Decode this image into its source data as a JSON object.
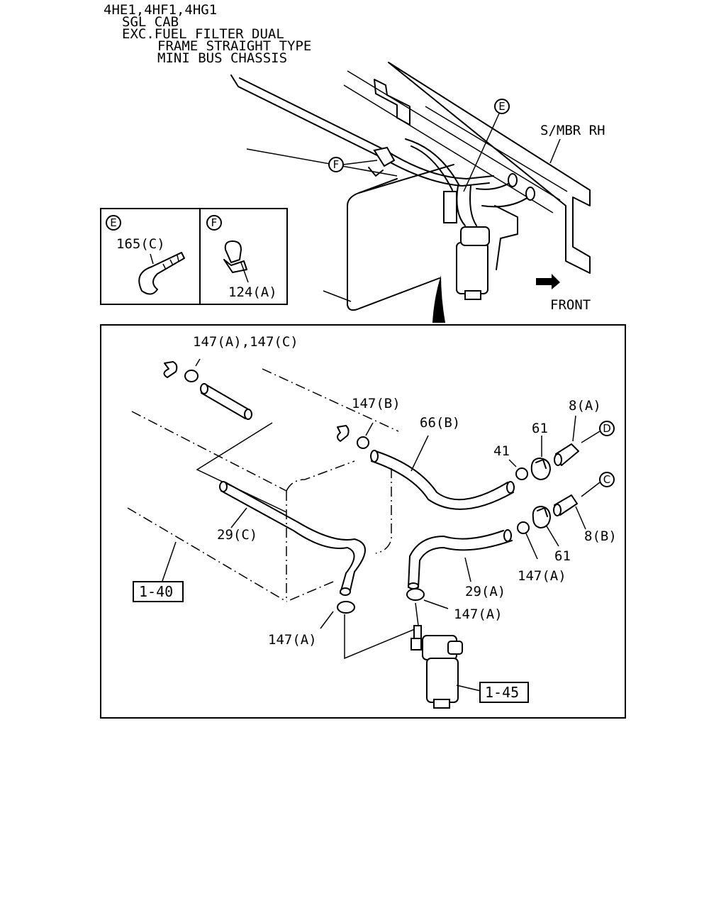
{
  "header": {
    "lines": [
      "4HE1,4HF1,4HG1",
      "SGL CAB",
      "EXC.FUEL FILTER DUAL",
      "FRAME STRAIGHT TYPE",
      "MINI BUS CHASSIS"
    ]
  },
  "overview": {
    "callout_e": "E",
    "callout_f": "F",
    "member_label": "S/MBR RH",
    "front_label": "FRONT"
  },
  "detail_e": {
    "letter": "E",
    "part": "165(C)"
  },
  "detail_f": {
    "letter": "F",
    "part": "124(A)"
  },
  "exploded": {
    "labels": {
      "l1": "147(A),147(C)",
      "l2": "147(B)",
      "l3": "66(B)",
      "l4": "8(A)",
      "l5": "61",
      "l6": "41",
      "l7": "29(C)",
      "l8": "8(B)",
      "l9": "61",
      "l10": "147(A)",
      "l11": "29(A)",
      "l12": "147(A)",
      "l13": "147(A)"
    },
    "callout_d": "D",
    "callout_c": "C",
    "ref_tank": "1-40",
    "ref_filter": "1-45"
  }
}
